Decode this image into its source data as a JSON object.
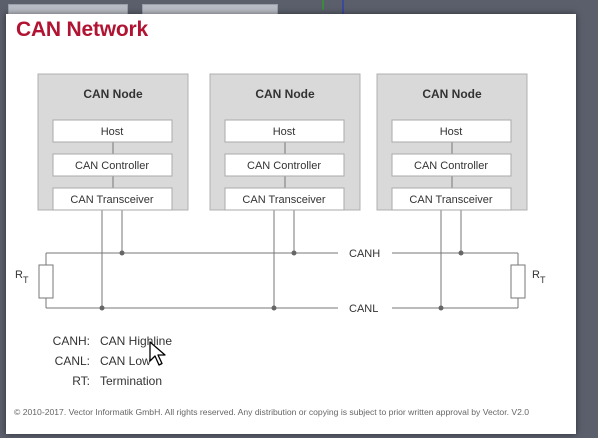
{
  "title": "CAN Network",
  "nodes": [
    {
      "title": "CAN Node",
      "layers": [
        "Host",
        "CAN Controller",
        "CAN Transceiver"
      ]
    },
    {
      "title": "CAN Node",
      "layers": [
        "Host",
        "CAN Controller",
        "CAN Transceiver"
      ]
    },
    {
      "title": "CAN Node",
      "layers": [
        "Host",
        "CAN Controller",
        "CAN Transceiver"
      ]
    }
  ],
  "bus": {
    "high_label": "CANH",
    "low_label": "CANL"
  },
  "terminators": {
    "left": "R",
    "right": "R",
    "subscript": "T"
  },
  "legend": [
    {
      "key": "CANH:",
      "value": "CAN Highline"
    },
    {
      "key": "CANL:",
      "value": "CAN Low"
    },
    {
      "key": "RT:",
      "value": "Termination"
    }
  ],
  "footer": "© 2010-2017. Vector Informatik GmbH. All rights reserved. Any distribution or copying is subject to prior written approval by Vector. V2.0",
  "colors": {
    "title": "#b11432",
    "node_fill": "#d9d9d9",
    "layer_fill": "#ffffff",
    "line": "#777777"
  },
  "icons": {
    "cursor": "mouse-pointer-icon"
  }
}
